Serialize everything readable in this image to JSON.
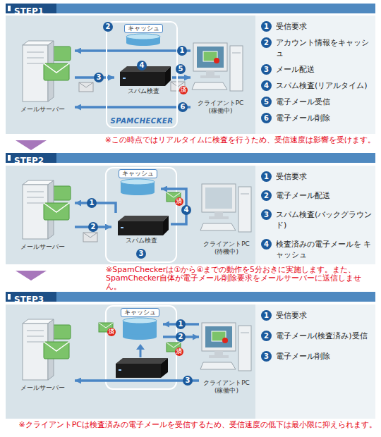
{
  "diagram": {
    "nodes": [
      {
        "text": [
          "STEP1"
        ]
      },
      {
        "text": [
          "メールサーバー"
        ],
        "in": 0
      },
      {
        "text": [
          "SPAMCHECKER"
        ],
        "in": 0
      },
      {
        "text": [
          "キャッシュ"
        ],
        "in": 2
      },
      {
        "text": [
          "スパム検査"
        ],
        "in": 2
      },
      {
        "text": [
          "クライアントPC",
          "(稼働中)"
        ],
        "in": 0
      },
      {
        "text": [
          "1",
          "受信要求",
          "2",
          "アカウント情報をキャッシュ",
          "3",
          "メール配送",
          "4",
          "スパム検査(リアルタイム)",
          "5",
          "電子メール受信",
          "6",
          "電子メール削除"
        ],
        "in": 0
      },
      {
        "text": [
          "STEP2"
        ]
      },
      {
        "text": [
          "メールサーバー"
        ],
        "in": 7
      },
      {
        "text": [
          "キャッシュ"
        ],
        "in": 7
      },
      {
        "text": [
          "スパム検査"
        ],
        "in": 7
      },
      {
        "text": [
          "クライアントPC",
          "(待機中)"
        ],
        "in": 7
      },
      {
        "text": [
          "1",
          "受信要求",
          "2",
          "電子メール配送",
          "3",
          "スパム検査(バックグラウンド)",
          "4",
          "検査済みの電子メールを キャッシュ"
        ],
        "in": 7
      },
      {
        "text": [
          "STEP3"
        ]
      },
      {
        "text": [
          "メールサーバー"
        ],
        "in": 13
      },
      {
        "text": [
          "キャッシュ"
        ],
        "in": 13
      },
      {
        "text": [
          "クライアントPC",
          "(稼働中)"
        ],
        "in": 13
      },
      {
        "text": [
          "1",
          "受信要求",
          "2",
          "電子メール(検査済み)受信",
          "3",
          "電子メール削除"
        ],
        "in": 13
      }
    ],
    "edges": [
      {
        "from": 5,
        "to": 1,
        "arrow": "to",
        "label": "1"
      },
      {
        "from": 1,
        "to": 4,
        "arrow": "to",
        "label": "3"
      },
      {
        "from": 4,
        "to": 5,
        "arrow": "to",
        "label": "5"
      },
      {
        "from": 5,
        "to": 1,
        "arrow": "to",
        "label": "6"
      },
      {
        "from": 10,
        "to": 8,
        "arrow": "to",
        "label": "1"
      },
      {
        "from": 8,
        "to": 10,
        "arrow": "to",
        "label": "2"
      },
      {
        "from": 10,
        "to": 9,
        "arrow": "to",
        "label": "4"
      },
      {
        "from": 16,
        "to": 15,
        "arrow": "to",
        "label": "1"
      },
      {
        "from": 15,
        "to": 16,
        "arrow": "to",
        "label": "2"
      },
      {
        "from": 16,
        "to": 14,
        "arrow": "to",
        "label": "3"
      }
    ],
    "labels": [
      "2",
      "4",
      "済",
      "※この時点ではリアルタイムに検査を行うため、受信速度は影響を受けます。",
      "3",
      "済",
      "※SpamCheckerは①から④までの動作を5分おきに実施します。また、 SpamChecker自体が電子メール削除要求をメールサーバーに送信しません。",
      "済",
      "済",
      "※クライアントPCは検査済みの電子メールを受信するため、受信速度の低下は最小限に抑えられます。"
    ]
  }
}
